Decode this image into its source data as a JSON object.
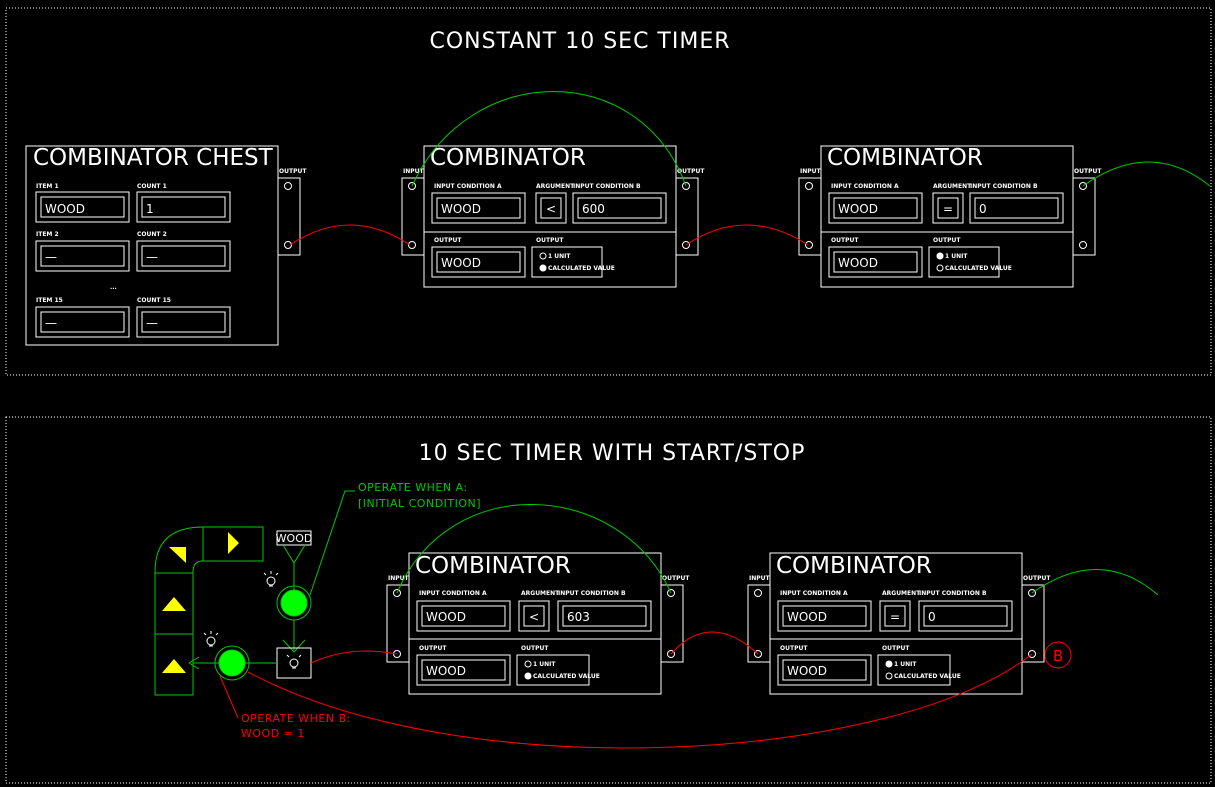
{
  "colors": {
    "background": "#000000",
    "lines": "#ffffff",
    "green": "#00c800",
    "bright_green": "#00ff00",
    "red": "#ff0000",
    "yellow": "#ffff00"
  },
  "panel1": {
    "title": "CONSTANT 10 SEC TIMER",
    "chest": {
      "title": "COMBINATOR CHEST",
      "output_label": "OUTPUT",
      "item1_label": "ITEM 1",
      "count1_label": "COUNT 1",
      "item1_value": "WOOD",
      "count1_value": "1",
      "item2_label": "ITEM 2",
      "count2_label": "COUNT 2",
      "item2_value": "—",
      "count2_value": "—",
      "ellipsis": "...",
      "item15_label": "ITEM 15",
      "count15_label": "COUNT 15",
      "item15_value": "—",
      "count15_value": "—"
    },
    "comb1": {
      "title": "COMBINATOR",
      "input_label": "INPUT",
      "output_label": "OUTPUT",
      "cond_a_label": "INPUT CONDITION A",
      "argument_label": "ARGUMENT",
      "cond_b_label": "INPUT CONDITION B",
      "cond_a": "WOOD",
      "argument": "<",
      "cond_b": "600",
      "out_label": "OUTPUT",
      "out_value": "WOOD",
      "out_mode_label": "OUTPUT",
      "opt1": "1 UNIT",
      "opt2": "CALCULATED VALUE",
      "selected": "CALCULATED VALUE"
    },
    "comb2": {
      "title": "COMBINATOR",
      "input_label": "INPUT",
      "output_label": "OUTPUT",
      "cond_a_label": "INPUT CONDITION A",
      "argument_label": "ARGUMENT",
      "cond_b_label": "INPUT CONDITION B",
      "cond_a": "WOOD",
      "argument": "=",
      "cond_b": "0",
      "out_label": "OUTPUT",
      "out_value": "WOOD",
      "out_mode_label": "OUTPUT",
      "opt1": "1 UNIT",
      "opt2": "CALCULATED VALUE",
      "selected": "1 UNIT"
    }
  },
  "panel2": {
    "title": "10 SEC TIMER WITH START/STOP",
    "item_tag": "WOOD",
    "note_a_line1": "OPERATE WHEN A:",
    "note_a_line2": "[INITIAL CONDITION]",
    "note_b_line1": "OPERATE WHEN B:",
    "note_b_line2": "WOOD = 1",
    "marker_b": "B",
    "comb1": {
      "title": "COMBINATOR",
      "input_label": "INPUT",
      "output_label": "OUTPUT",
      "cond_a_label": "INPUT CONDITION A",
      "argument_label": "ARGUMENT",
      "cond_b_label": "INPUT CONDITION B",
      "cond_a": "WOOD",
      "argument": "<",
      "cond_b": "603",
      "out_label": "OUTPUT",
      "out_value": "WOOD",
      "out_mode_label": "OUTPUT",
      "opt1": "1 UNIT",
      "opt2": "CALCULATED VALUE",
      "selected": "CALCULATED VALUE"
    },
    "comb2": {
      "title": "COMBINATOR",
      "input_label": "INPUT",
      "output_label": "OUTPUT",
      "cond_a_label": "INPUT CONDITION A",
      "argument_label": "ARGUMENT",
      "cond_b_label": "INPUT CONDITION B",
      "cond_a": "WOOD",
      "argument": "=",
      "cond_b": "0",
      "out_label": "OUTPUT",
      "out_value": "WOOD",
      "out_mode_label": "OUTPUT",
      "opt1": "1 UNIT",
      "opt2": "CALCULATED VALUE",
      "selected": "1 UNIT"
    }
  }
}
